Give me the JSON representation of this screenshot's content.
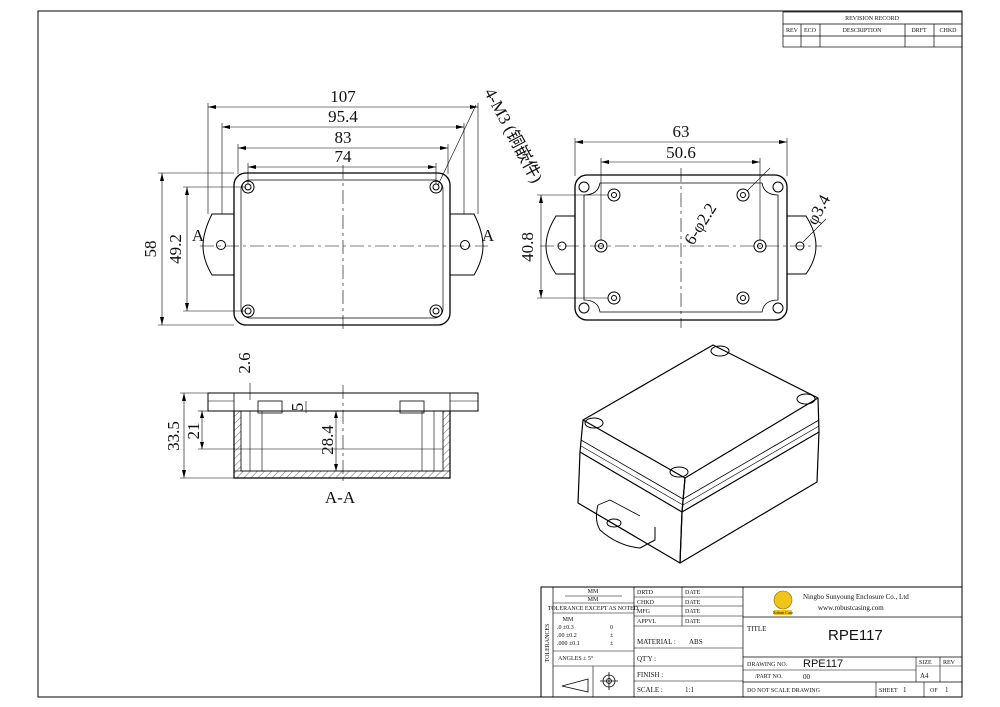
{
  "revision": {
    "title": "REVISION RECORD",
    "cols": [
      "REV",
      "ECO",
      "DESCRIPTION",
      "DRFT",
      "CHKD"
    ]
  },
  "top_view": {
    "dim_107": "107",
    "dim_95_4": "95.4",
    "dim_83": "83",
    "dim_74": "74",
    "dim_58": "58",
    "dim_49_2": "49.2",
    "section_left": "A",
    "section_right": "A",
    "insert_note": "4-M3 (铜嵌件)"
  },
  "bottom_view": {
    "dim_63": "63",
    "dim_50_6": "50.6",
    "dim_40_8": "40.8",
    "holes": "6-φ2.2",
    "mount": "φ3.4"
  },
  "section_view": {
    "dim_2_6": "2.6",
    "dim_5": "5",
    "dim_33_5": "33.5",
    "dim_21": "21",
    "dim_28_4": "28.4",
    "label": "A-A"
  },
  "title_block": {
    "mm": "MM",
    "tolerance": "TOLERANCE EXCEPT AS NOTED",
    "tol_rows": [
      ".0 ±0.3",
      ".00 ±0.2",
      ".000 ±0.1"
    ],
    "tol_marks": [
      "0",
      "±",
      "±"
    ],
    "angles": "ANGLES ± 5°",
    "side_label": "TOLERANCES",
    "drtd": "DRTD",
    "chkd": "CHKD",
    "mfg": "MFG",
    "appvl": "APPVL",
    "date": "DATE",
    "company": "Ningbo Sunyoung Enclosure Co., Ltd",
    "website": "www.robustcasing.com",
    "logo_text": "Robust Case",
    "title_label": "TITLE",
    "title_value": "RPE117",
    "material_label": "MATERIAL :",
    "material_value": "ABS",
    "qty_label": "QT'Y :",
    "finish_label": "FINISH :",
    "scale_label": "SCALE :",
    "scale_value": "1:1",
    "drawing_no_label": "DRAWING NO.",
    "drawing_no_value": "RPE117",
    "part_no_label": "/PART  NO.",
    "part_no_value": "00",
    "size_label": "SIZE",
    "size_value": "A4",
    "rev_label": "REV",
    "no_scale": "DO NOT SCALE DRAWING",
    "sheet_label": "SHEET",
    "sheet_value": "1",
    "of_label": "OF",
    "of_value": "1"
  }
}
